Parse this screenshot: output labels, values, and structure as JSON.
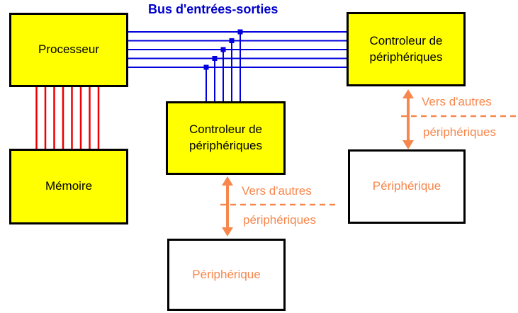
{
  "colors": {
    "box_fill": "#ffff00",
    "box_border": "#000000",
    "bus_blue": "#0000dd",
    "label_blue": "#0000cc",
    "memory_bus_red": "#ee0000",
    "orange": "#f7874d",
    "peripheral_fill": "#ffffff",
    "text_black": "#000000"
  },
  "io_bus": {
    "label": "Bus d'entrées-sorties",
    "line_count": 5
  },
  "memory_bus": {
    "line_count": 8
  },
  "boxes": {
    "processor": {
      "label": "Processeur"
    },
    "memory": {
      "label": "Mémoire"
    },
    "controller_center": {
      "label": "Controleur de périphériques"
    },
    "controller_right": {
      "label": "Controleur de périphériques"
    },
    "peripheral_right": {
      "label": "Périphérique"
    },
    "peripheral_bottom": {
      "label": "Périphérique"
    }
  },
  "links": {
    "center": {
      "label_top": "Vers d'autres",
      "label_bottom": "périphériques"
    },
    "right": {
      "label_top": "Vers d'autres",
      "label_bottom": "périphériques"
    }
  }
}
